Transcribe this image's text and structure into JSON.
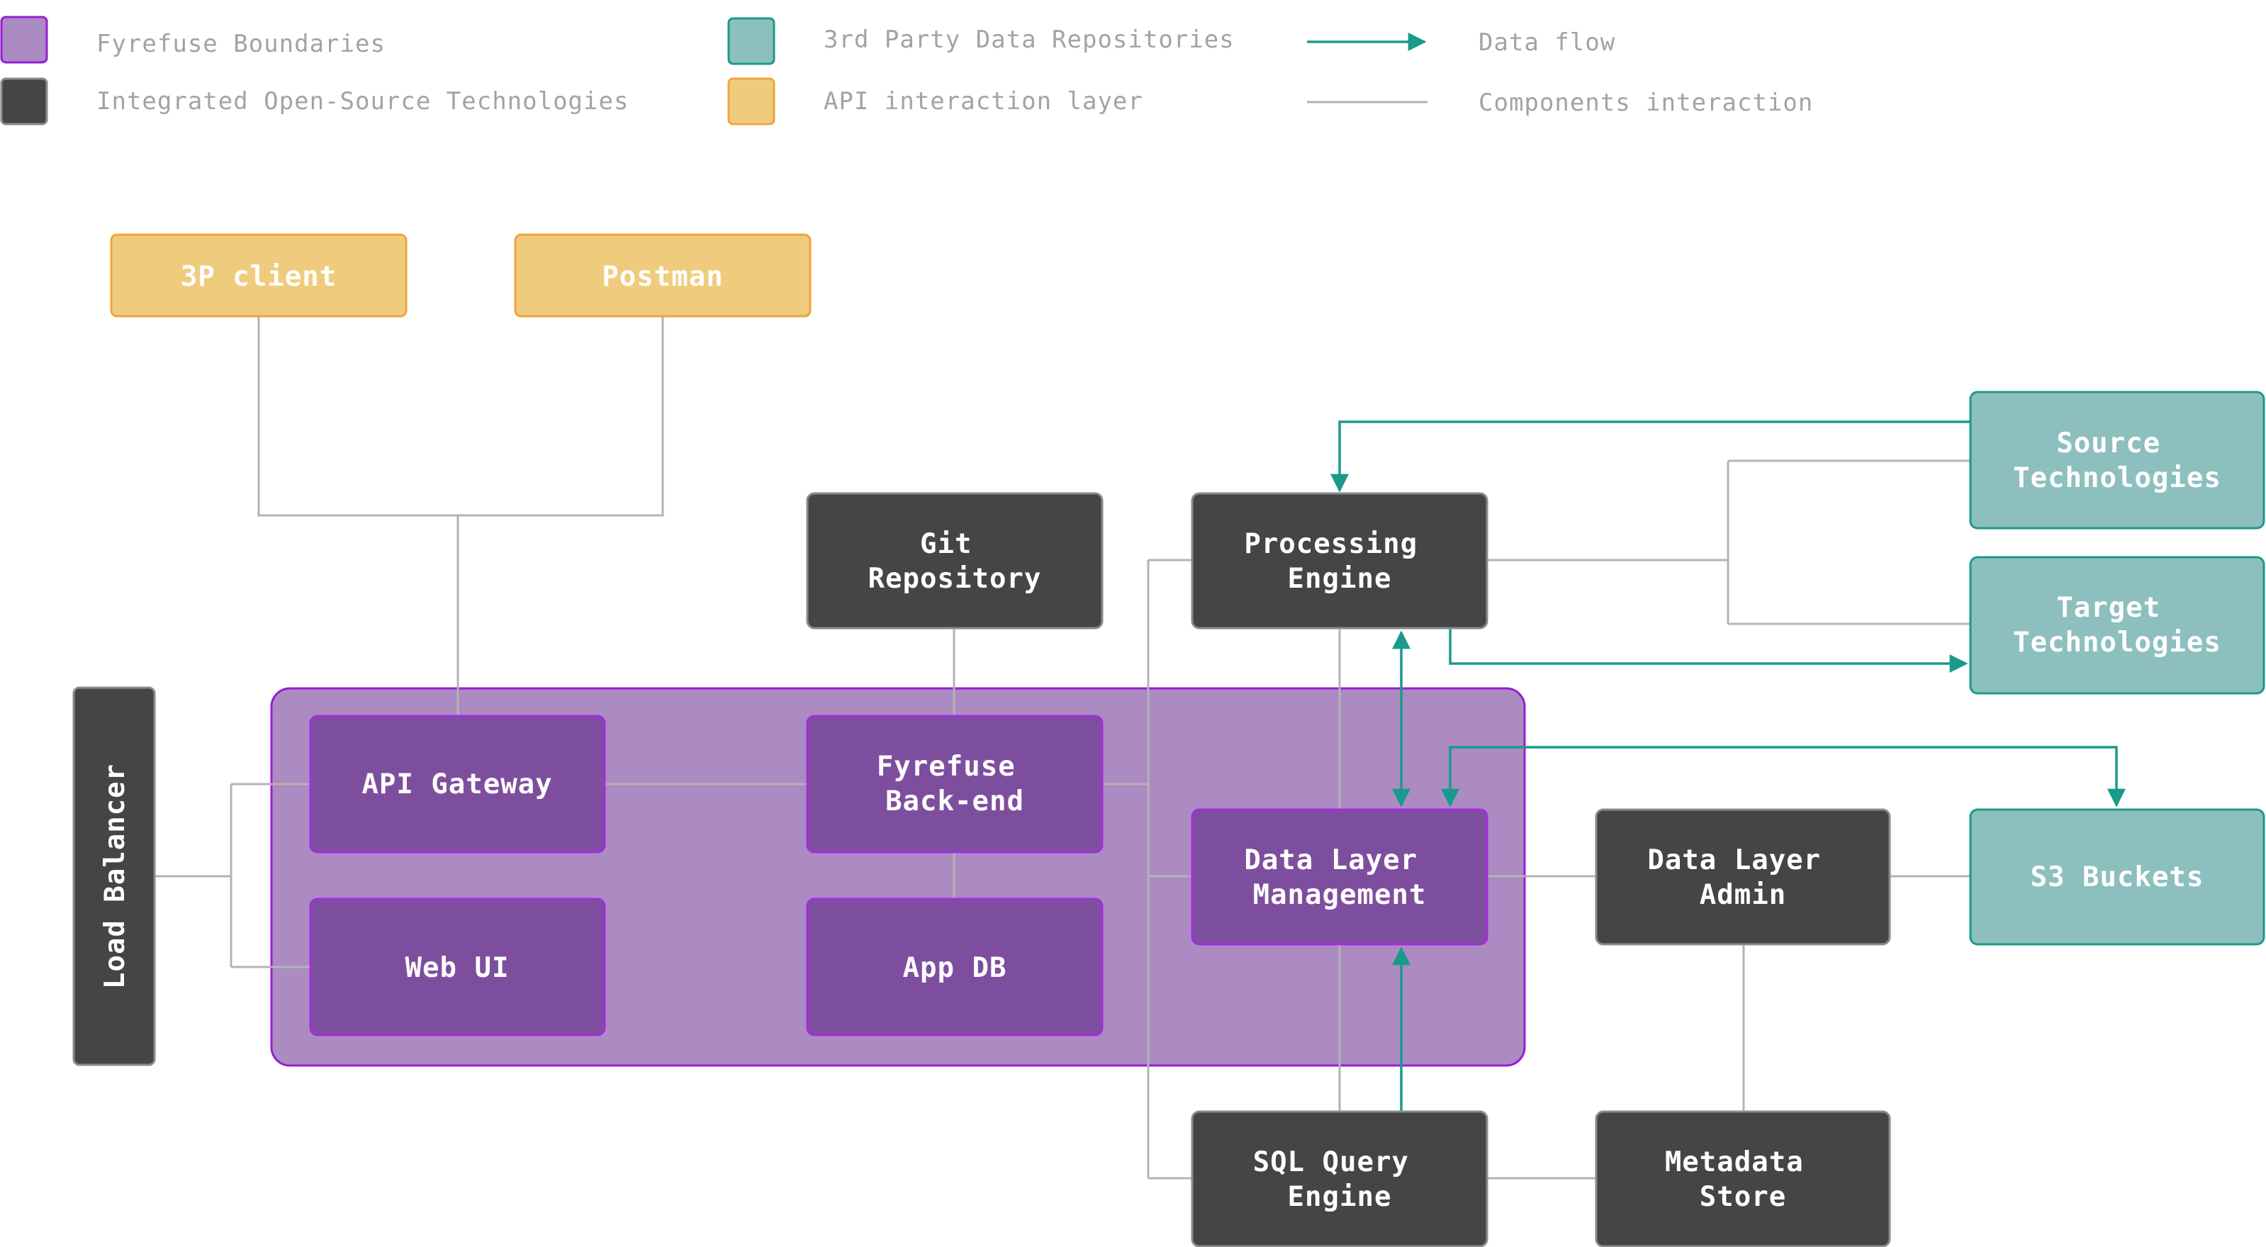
{
  "colors": {
    "fyrefuse_boundary_fill": "#ab8bc2",
    "fyrefuse_boundary_stroke": "#9b1cd6",
    "fyrefuse_node_fill": "#7e4e9e",
    "fyrefuse_node_stroke": "#a52be0",
    "opensource_fill": "#454545",
    "opensource_stroke": "#8a8a8a",
    "thirdparty_fill": "#8dbfbf",
    "thirdparty_stroke": "#1a9a8a",
    "api_fill": "#efcc7d",
    "api_stroke": "#f2a33a",
    "data_flow": "#1a9a8a",
    "component_line": "#b3b3b3"
  },
  "legend": {
    "fyrefuse_boundaries": "Fyrefuse Boundaries",
    "open_source": "Integrated Open-Source Technologies",
    "third_party": "3rd Party Data Repositories",
    "api_layer": "API interaction layer",
    "data_flow": "Data flow",
    "components_interaction": "Components interaction"
  },
  "nodes": {
    "client_3p": "3P client",
    "postman": "Postman",
    "load_balancer": "Load Balancer",
    "api_gateway": "API Gateway",
    "web_ui": "Web UI",
    "git_repository": [
      "Git",
      "Repository"
    ],
    "fyrefuse_backend": [
      "Fyrefuse",
      "Back-end"
    ],
    "app_db": "App DB",
    "processing_engine": [
      "Processing",
      "Engine"
    ],
    "data_layer_management": [
      "Data Layer",
      "Management"
    ],
    "sql_query_engine": [
      "SQL Query",
      "Engine"
    ],
    "data_layer_admin": [
      "Data Layer",
      "Admin"
    ],
    "metadata_store": [
      "Metadata",
      "Store"
    ],
    "source_technologies": [
      "Source",
      "Technologies"
    ],
    "target_technologies": [
      "Target",
      "Technologies"
    ],
    "s3_buckets": "S3 Buckets"
  }
}
